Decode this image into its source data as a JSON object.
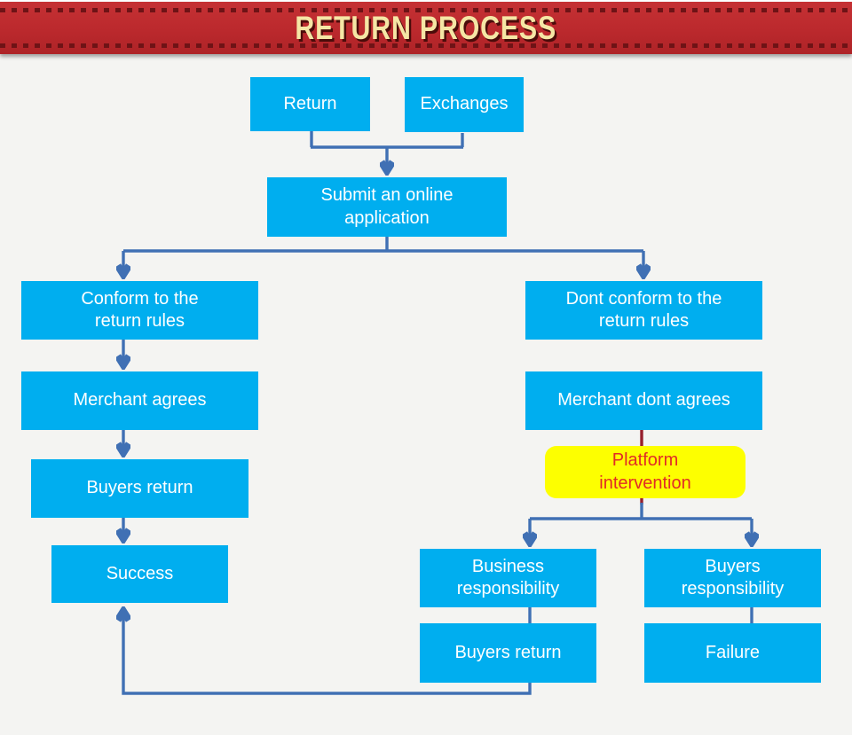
{
  "header": {
    "title": "RETURN PROCESS"
  },
  "colors": {
    "banner_bg": "#bb292d",
    "banner_dash": "#6e1316",
    "banner_text": "#f5e6a5",
    "node_fill": "#00aeef",
    "node_text": "#ffffff",
    "connector": "#4070b4",
    "warn_connector": "#96202c",
    "highlight_fill": "#fdff00",
    "highlight_text": "#e12b26",
    "canvas_bg": "#f4f4f2"
  },
  "nodes": {
    "return": "Return",
    "exchanges": "Exchanges",
    "submit": "Submit an online\napplication",
    "conform": "Conform to the\nreturn rules",
    "dont_conform": "Dont conform to the\nreturn rules",
    "merchant_agrees": "Merchant agrees",
    "merchant_dont_agrees": "Merchant dont agrees",
    "platform_intervention": "Platform\nintervention",
    "business_responsibility": "Business\nresponsibility",
    "buyers_responsibility": "Buyers\nresponsibility",
    "buyers_return_right": "Buyers return",
    "failure": "Failure",
    "buyers_return_left": "Buyers return",
    "success": "Success"
  }
}
